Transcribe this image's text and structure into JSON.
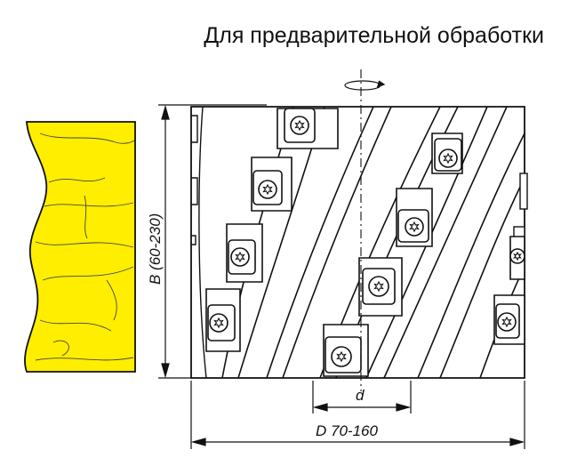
{
  "title": "Для предварительной обработки",
  "dimensions": {
    "height_label": "B  (60-230)",
    "slot_label": "d",
    "diameter_label": "D  70-160"
  },
  "colors": {
    "workpiece": "#ffee00",
    "outline": "#111111",
    "body": "#ffffff"
  },
  "icons": [
    "rotation-arrow-icon",
    "torx-screw-icon"
  ]
}
